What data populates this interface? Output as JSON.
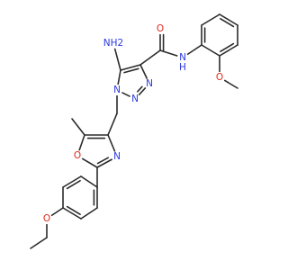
{
  "colors": {
    "bond": "#2b2b2b",
    "carbon": "#2b2b2b",
    "nitrogen": "#2a38e0",
    "oxygen": "#e0281c",
    "background": "#ffffff"
  },
  "molecule": {
    "atoms": {
      "C1": {
        "el": "C"
      },
      "C2": {
        "el": "C"
      },
      "O3": {
        "el": "O",
        "label": "O"
      },
      "C4": {
        "el": "C"
      },
      "C5": {
        "el": "C"
      },
      "C6": {
        "el": "C"
      },
      "C7": {
        "el": "C"
      },
      "C8": {
        "el": "C"
      },
      "C9": {
        "el": "C"
      },
      "C10": {
        "el": "C"
      },
      "C11": {
        "el": "C"
      },
      "O12": {
        "el": "O",
        "label": "O"
      },
      "N13": {
        "el": "N",
        "label": "N"
      },
      "C14": {
        "el": "C"
      },
      "C15": {
        "el": "C"
      },
      "C16": {
        "el": "C"
      },
      "C17": {
        "el": "C"
      },
      "N18": {
        "el": "N",
        "label": "N"
      },
      "N19": {
        "el": "N",
        "label": "N"
      },
      "N20": {
        "el": "N",
        "label": "N"
      },
      "C21": {
        "el": "C"
      },
      "C22": {
        "el": "C"
      },
      "N23": {
        "el": "N",
        "label": "NH2"
      },
      "C24": {
        "el": "C"
      },
      "O25": {
        "el": "O",
        "label": "O"
      },
      "N26": {
        "el": "N",
        "label": "N",
        "sublabel": "H"
      },
      "C27": {
        "el": "C"
      },
      "C28": {
        "el": "C"
      },
      "C29": {
        "el": "C"
      },
      "C30": {
        "el": "C"
      },
      "C31": {
        "el": "C"
      },
      "C32": {
        "el": "C"
      },
      "O33": {
        "el": "O",
        "label": "O"
      },
      "C34": {
        "el": "C"
      }
    },
    "bonds": [
      [
        "C1",
        "C2",
        1
      ],
      [
        "C2",
        "O3",
        1
      ],
      [
        "O3",
        "C4",
        1
      ],
      [
        "C4",
        "C5",
        2
      ],
      [
        "C5",
        "C6",
        1
      ],
      [
        "C6",
        "C7",
        2
      ],
      [
        "C7",
        "C8",
        1
      ],
      [
        "C8",
        "C9",
        2
      ],
      [
        "C9",
        "C4",
        1
      ],
      [
        "C7",
        "C10",
        1
      ],
      [
        "C10",
        "O12",
        1
      ],
      [
        "O12",
        "C14",
        1
      ],
      [
        "C14",
        "C15",
        2
      ],
      [
        "C15",
        "N13",
        1
      ],
      [
        "N13",
        "C10",
        2
      ],
      [
        "C14",
        "C16",
        1
      ],
      [
        "C15",
        "C17",
        1
      ],
      [
        "C17",
        "N18",
        1
      ],
      [
        "N18",
        "N19",
        1
      ],
      [
        "N19",
        "N20",
        2
      ],
      [
        "N20",
        "C21",
        1
      ],
      [
        "C21",
        "C22",
        2
      ],
      [
        "C22",
        "N18",
        1
      ],
      [
        "C22",
        "N23",
        1
      ],
      [
        "C21",
        "C24",
        1
      ],
      [
        "C24",
        "O25",
        2
      ],
      [
        "C24",
        "N26",
        1
      ],
      [
        "N26",
        "C27",
        1
      ],
      [
        "C27",
        "C28",
        2
      ],
      [
        "C28",
        "C29",
        1
      ],
      [
        "C29",
        "C30",
        2
      ],
      [
        "C30",
        "C31",
        1
      ],
      [
        "C31",
        "C32",
        2
      ],
      [
        "C32",
        "C27",
        1
      ],
      [
        "C32",
        "O33",
        1
      ],
      [
        "O33",
        "C34",
        1
      ]
    ]
  }
}
